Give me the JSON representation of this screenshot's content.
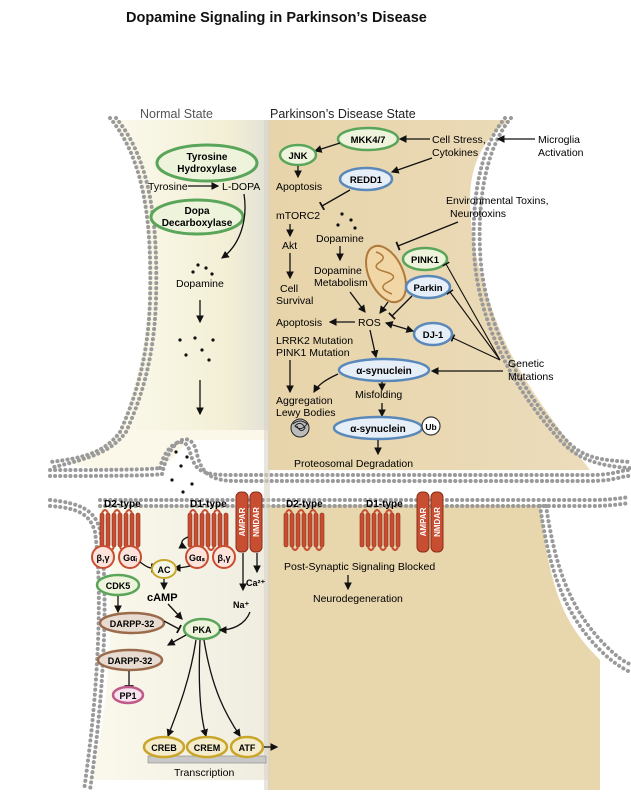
{
  "title": "Dopamine Signaling in Parkinson’s Disease",
  "headers": {
    "normal": "Normal State",
    "pd": "Parkinson’s Disease State"
  },
  "colors": {
    "normal_fill": "#f7f4e2",
    "pd_fill": "#e9d8b2",
    "membrane": "#a8a8a8",
    "receptor": "#c84e32",
    "green_ring": "#5aa55a",
    "blue_ring": "#5a88b8",
    "brown_ring": "#9a6a4a",
    "pink_ring": "#c05a8a",
    "yellow_ring": "#c9a62a"
  },
  "normal": {
    "tyrosine_hydroxylase": [
      "Tyrosine",
      "Hydroxylase"
    ],
    "tyrosine": "Tyrosine",
    "ldopa": "L-DOPA",
    "dopa_decarboxylase": [
      "Dopa",
      "Decarboxylase"
    ],
    "dopamine": "Dopamine",
    "d2_type": "D2-type",
    "d1_type": "D1-type",
    "ampar": "AMPAR",
    "nmdar": "NMDAR",
    "beta_gamma": "β,γ",
    "g_alpha_i": "Gαᵢ",
    "g_alpha_s": "Gαₛ",
    "ac": "AC",
    "camp": "cAMP",
    "cdk5": "CDK5",
    "darpp32": "DARPP-32",
    "pka": "PKA",
    "pp1": "PP1",
    "ca": "Ca²⁺",
    "na": "Na⁺",
    "creb": "CREB",
    "crem": "CREM",
    "atf": "ATF",
    "transcription": "Transcription"
  },
  "pd": {
    "mkk": "MKK4/7",
    "cell_stress": [
      "Cell Stress,",
      "Cytokines"
    ],
    "microglia": [
      "Microglia",
      "Activation"
    ],
    "jnk": "JNK",
    "redd1": "REDD1",
    "apoptosis": "Apoptosis",
    "env_toxins": [
      "Environmental Toxins,",
      "Neurotoxins"
    ],
    "mtorc2": "mTORC2",
    "akt": "Akt",
    "cell_survival": [
      "Cell",
      "Survival"
    ],
    "dopamine": "Dopamine",
    "dopamine_metabolism": [
      "Dopamine",
      "Metabolism"
    ],
    "pink1": "PINK1",
    "parkin": "Parkin",
    "ros": "ROS",
    "dj1": "DJ-1",
    "mutations": [
      "LRRK2 Mutation",
      "PINK1 Mutation"
    ],
    "genetic": [
      "Genetic",
      "Mutations"
    ],
    "asyn": "α-synuclein",
    "aggregation": [
      "Aggregation",
      "Lewy Bodies"
    ],
    "misfolding": "Misfolding",
    "ub": "Ub",
    "proteosomal": "Proteosomal Degradation",
    "d2_type": "D2-type",
    "d1_type": "D1-type",
    "ampar": "AMPAR",
    "nmdar": "NMDAR",
    "blocked": "Post-Synaptic Signaling Blocked",
    "neurodegeneration": "Neurodegeneration"
  }
}
